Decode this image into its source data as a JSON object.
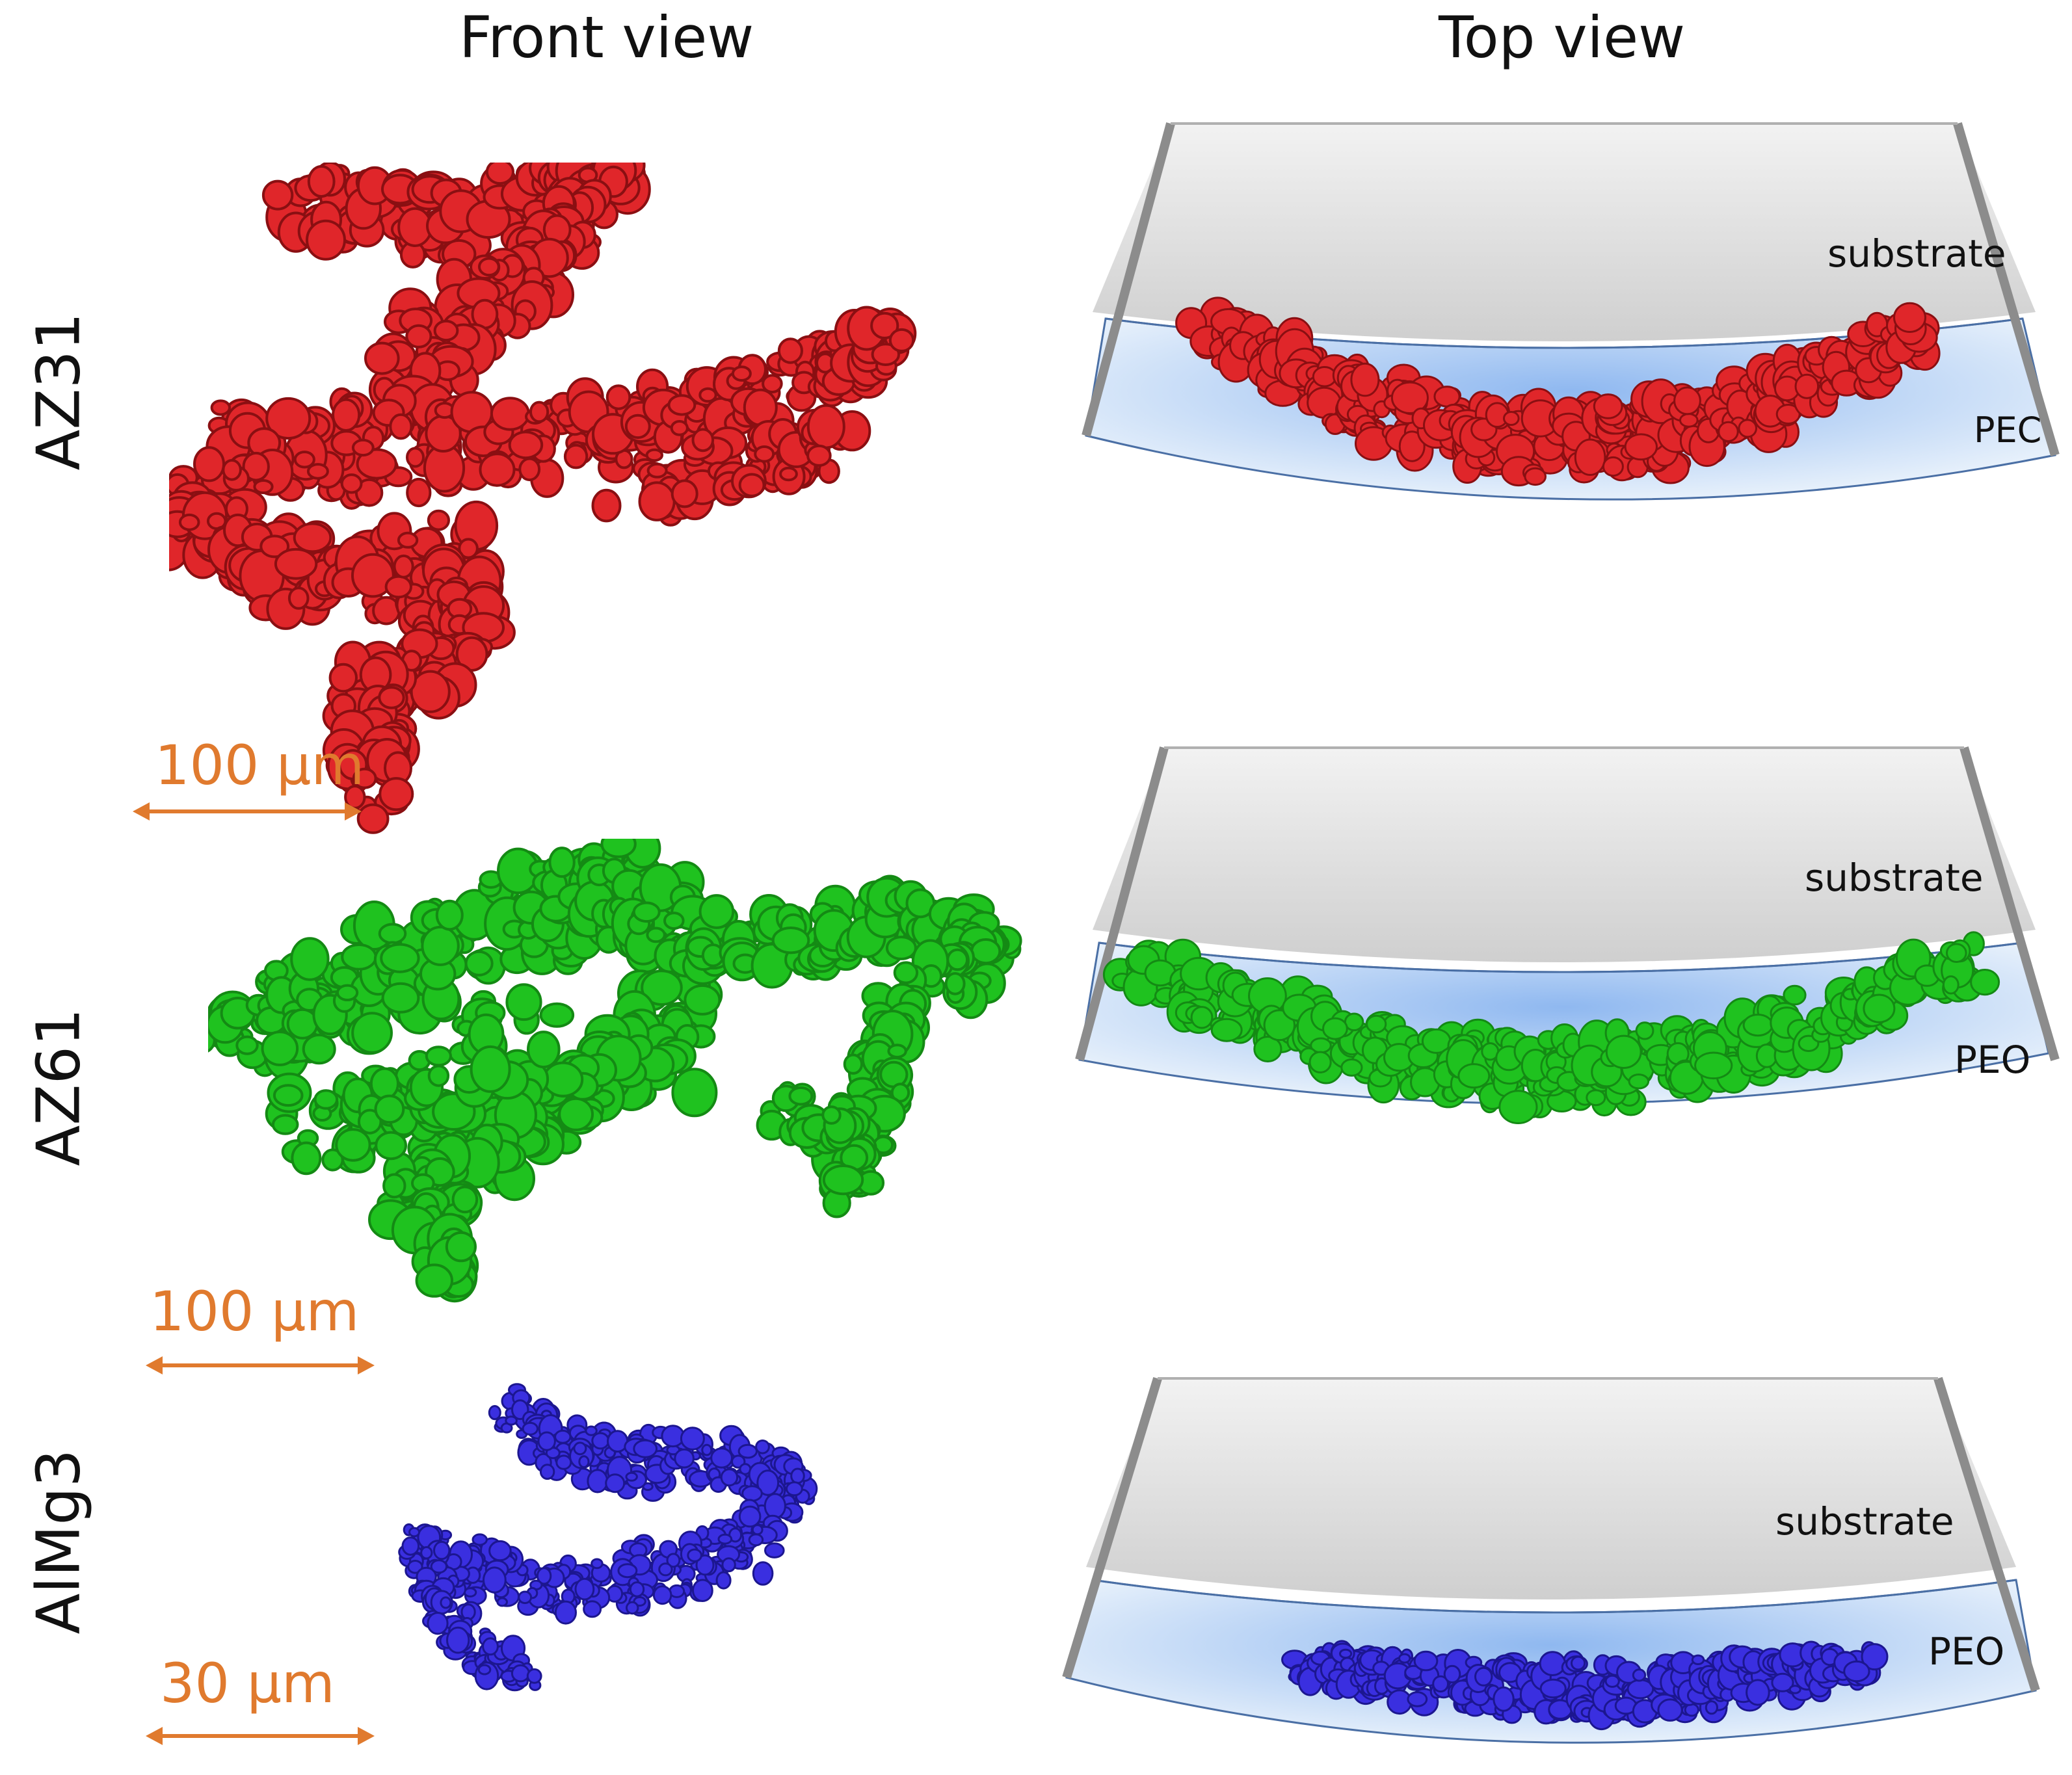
{
  "headers": {
    "front": "Front view",
    "top": "Top view"
  },
  "rows": [
    {
      "label": "AZ31",
      "scale": "100 µm",
      "color": "#e0262a",
      "substrate": "substrate",
      "peo": "PEC"
    },
    {
      "label": "AZ61",
      "scale": "100 µm",
      "color": "#1fc21f",
      "substrate": "substrate",
      "peo": "PEO"
    },
    {
      "label": "AlMg3",
      "scale": "30 µm",
      "color": "#3a2fe0",
      "substrate": "substrate",
      "peo": "PEO"
    }
  ],
  "colors": {
    "scale": "#e07a2e",
    "substrate": "#d9d9d9",
    "peo_layer": "#a9c8f0",
    "frame": "#8c8c8c"
  }
}
